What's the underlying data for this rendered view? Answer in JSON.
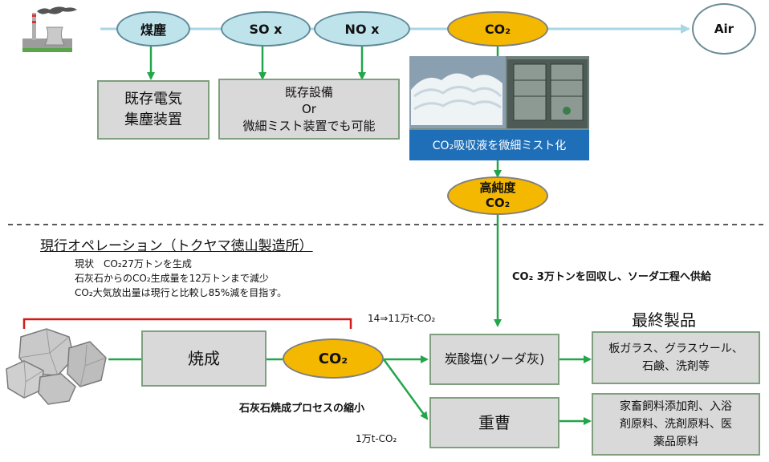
{
  "top": {
    "dust": "煤塵",
    "sox": "SO x",
    "nox": "NO x",
    "co2": "CO₂",
    "air": "Air",
    "box_dust": "既存電気\n集塵装置",
    "box_sox_nox": "既存設備\nOr\n微細ミスト装置でも可能",
    "mist_caption": "CO₂吸収液を微細ミスト化",
    "high_purity_co2": "高純度\nCO₂"
  },
  "supply_note": "CO₂ 3万トンを回収し、ソーダ工程へ供給",
  "current_ops": {
    "title": "現行オペレーション（トクヤマ徳山製造所）",
    "lines": [
      "現状　CO₂27万トンを生成",
      "石灰石からのCO₂生成量を12万トンまで減少",
      "CO₂大気放出量は現行と比較し85%減を目指す。"
    ]
  },
  "process": {
    "calcination": "焼成",
    "co2": "CO₂",
    "shrink_note": "石灰石焼成プロセスの縮小",
    "reduction_label": "14⇒11万t-CO₂",
    "bicarb_label": "1万t-CO₂",
    "soda_ash": "炭酸塩(ソーダ灰)",
    "bicarb": "重曹"
  },
  "final": {
    "heading": "最終製品",
    "product1": "板ガラス、グラスウール、\n石鹸、洗剤等",
    "product2": "家畜飼料添加剤、入浴\n剤原料、洗剤原料、医\n薬品原料"
  },
  "colors": {
    "arrow_green": "#22a64a",
    "flow_line": "#a9d6e5",
    "bracket_red": "#d11a1a",
    "gold": "#f5b800",
    "light_blue": "#bfe3ea"
  }
}
